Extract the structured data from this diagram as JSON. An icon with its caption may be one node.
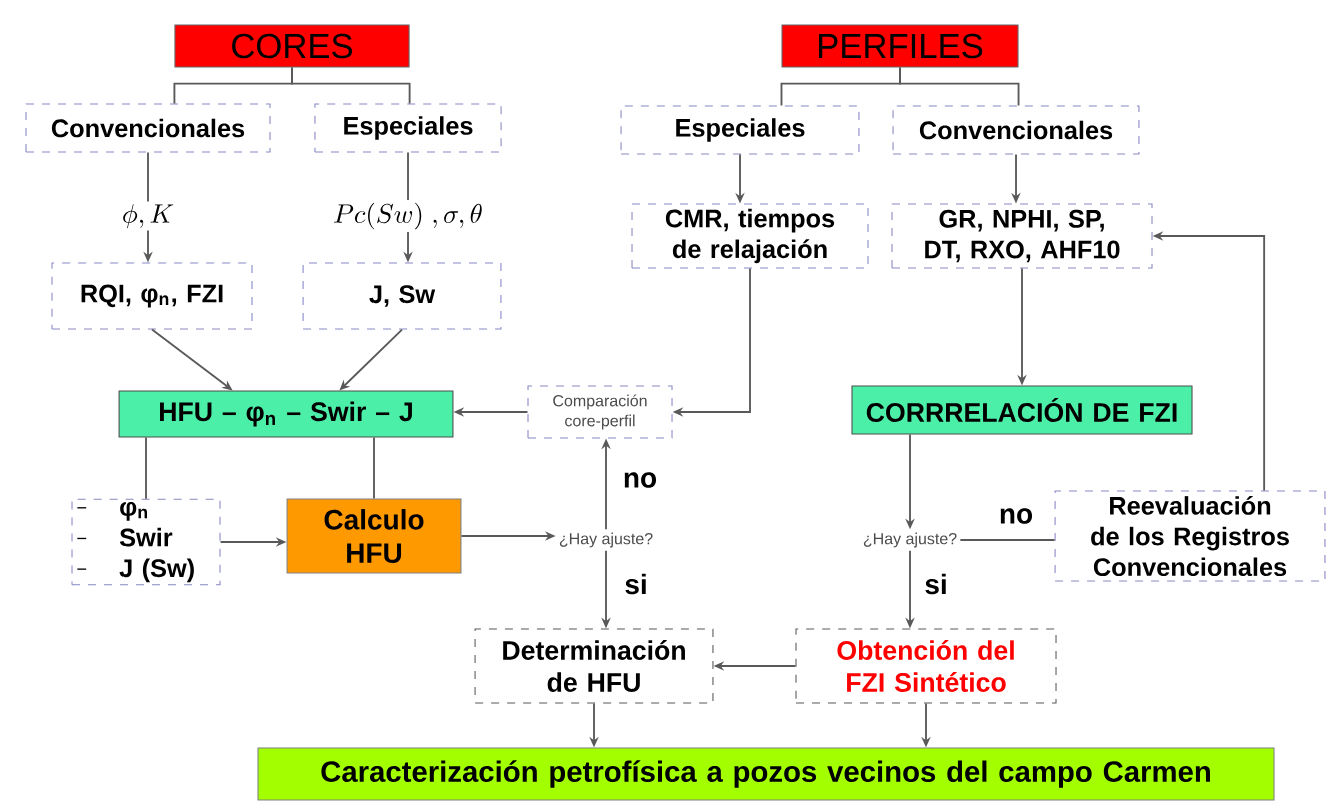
{
  "diagram": {
    "nodes": [
      {
        "text": [
          "CORES"
        ]
      },
      {
        "text": [
          "PERFILES"
        ]
      },
      {
        "text": [
          "Convencionales"
        ]
      },
      {
        "text": [
          "Especiales"
        ]
      },
      {
        "text": [
          "Especiales"
        ]
      },
      {
        "text": [
          "Convencionales"
        ]
      },
      {
        "text": [
          "RQI, φ$_{n}$, FZI"
        ]
      },
      {
        "text": [
          "J, Sw"
        ]
      },
      {
        "text": [
          "CMR, tiempos de relajación"
        ]
      },
      {
        "text": [
          "GR, NPHI, SP, DT, RXO, AHF10"
        ]
      },
      {
        "text": [
          "HFU – φ$_{n}$ – Swir – J"
        ]
      },
      {
        "text": [
          "Comparación core-perfil"
        ]
      },
      {
        "text": [
          "CORRRELACIÓN DE FZI"
        ]
      },
      {
        "text": [
          "φ$_{n}$",
          "Swir",
          "J (Sw)"
        ]
      },
      {
        "text": [
          "Calculo HFU"
        ]
      },
      {
        "text": [
          "¿Hay ajuste?"
        ]
      },
      {
        "text": [
          "¿Hay ajuste?"
        ]
      },
      {
        "text": [
          "Reevaluación de los Registros Convencionales"
        ]
      },
      {
        "text": [
          "Determinación de HFU"
        ]
      },
      {
        "text": [
          "Obtención del FZI Sintético"
        ]
      },
      {
        "text": [
          "Caracterización petrofísica a pozos vecinos del campo Carmen"
        ]
      }
    ],
    "edges": [
      {
        "from": 0,
        "to": 2,
        "arrow": "none"
      },
      {
        "from": 0,
        "to": 3,
        "arrow": "none"
      },
      {
        "from": 1,
        "to": 4,
        "arrow": "none"
      },
      {
        "from": 1,
        "to": 5,
        "arrow": "none"
      },
      {
        "from": 2,
        "to": 6,
        "arrow": "to",
        "label": "\\phi, K"
      },
      {
        "from": 3,
        "to": 7,
        "arrow": "to",
        "label": "Pc(Sw)\\ ,\\sigma, \\theta"
      },
      {
        "from": 4,
        "to": 8,
        "arrow": "to"
      },
      {
        "from": 5,
        "to": 9,
        "arrow": "to"
      },
      {
        "from": 6,
        "to": 10,
        "arrow": "to"
      },
      {
        "from": 7,
        "to": 10,
        "arrow": "to"
      },
      {
        "from": 8,
        "to": 11,
        "arrow": "to"
      },
      {
        "from": 9,
        "to": 12,
        "arrow": "to"
      },
      {
        "from": 11,
        "to": 10,
        "arrow": "to"
      },
      {
        "from": 10,
        "to": 13,
        "arrow": "none"
      },
      {
        "from": 10,
        "to": 14,
        "arrow": "none"
      },
      {
        "from": 13,
        "to": 14,
        "arrow": "to"
      },
      {
        "from": 14,
        "to": 15,
        "arrow": "to"
      },
      {
        "from": 15,
        "to": 11,
        "arrow": "to",
        "label": "no"
      },
      {
        "from": 15,
        "to": 18,
        "arrow": "to",
        "label": "si"
      },
      {
        "from": 12,
        "to": 16,
        "arrow": "to"
      },
      {
        "from": 16,
        "to": 17,
        "arrow": "none",
        "label": "no"
      },
      {
        "from": 16,
        "to": 19,
        "arrow": "to",
        "label": "si"
      },
      {
        "from": 17,
        "to": 9,
        "arrow": "to"
      },
      {
        "from": 19,
        "to": 18,
        "arrow": "to"
      },
      {
        "from": 18,
        "to": 20,
        "arrow": "to"
      },
      {
        "from": 19,
        "to": 20,
        "arrow": "to"
      }
    ]
  }
}
